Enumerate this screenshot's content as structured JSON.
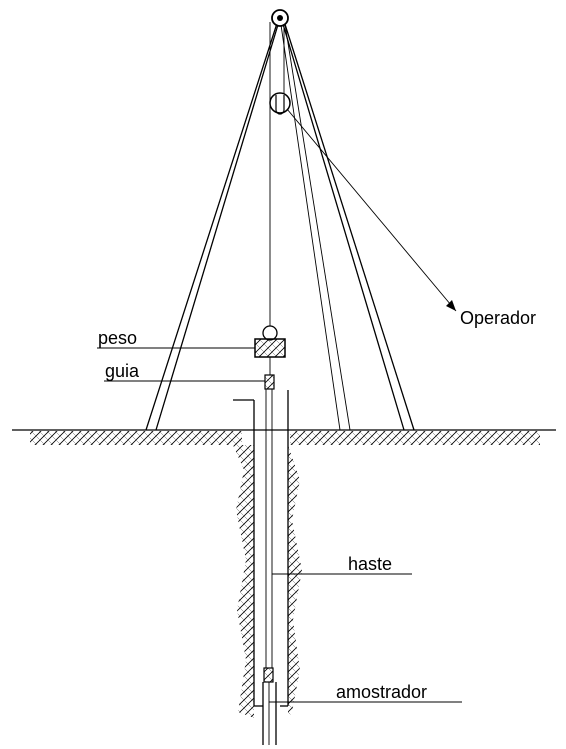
{
  "labels": {
    "operador": "Operador",
    "peso": "peso",
    "guia": "guia",
    "haste": "haste",
    "amostrador": "amostrador"
  }
}
